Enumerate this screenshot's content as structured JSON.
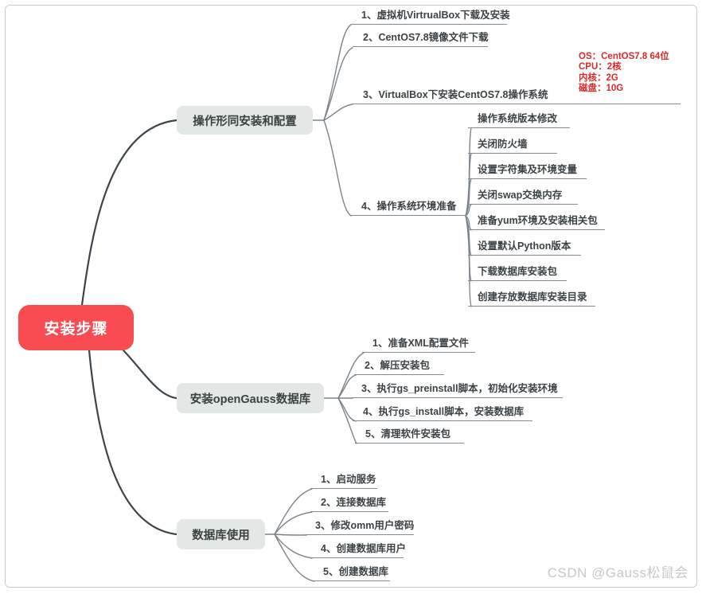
{
  "mindmap": {
    "root": {
      "label": "安装步骤"
    },
    "branches": [
      {
        "label": "操作形同安装和配置",
        "children": [
          {
            "label": "1、虚拟机VirtrualBox下载及安装"
          },
          {
            "label": "2、CentOS7.8镜像文件下载"
          },
          {
            "label": "3、VirtualBox下安装CentOS7.8操作系统",
            "note": [
              "OS：CentOS7.8 64位",
              "CPU：2核",
              "内核：2G",
              "磁盘：10G"
            ]
          },
          {
            "label": "4、操作系统环境准备",
            "children": [
              {
                "label": "操作系统版本修改"
              },
              {
                "label": "关闭防火墙"
              },
              {
                "label": "设置字符集及环境变量"
              },
              {
                "label": "关闭swap交换内存"
              },
              {
                "label": "准备yum环境及安装相关包"
              },
              {
                "label": "设置默认Python版本"
              },
              {
                "label": "下载数据库安装包"
              },
              {
                "label": "创建存放数据库安装目录"
              }
            ]
          }
        ]
      },
      {
        "label": "安装openGauss数据库",
        "children": [
          {
            "label": "1、准备XML配置文件"
          },
          {
            "label": "2、解压安装包"
          },
          {
            "label": "3、执行gs_preinstall脚本，初始化安装环境"
          },
          {
            "label": "4、执行gs_install脚本，安装数据库"
          },
          {
            "label": "5、清理软件安装包"
          }
        ]
      },
      {
        "label": "数据库使用",
        "children": [
          {
            "label": "1、启动服务"
          },
          {
            "label": "2、连接数据库"
          },
          {
            "label": "3、修改omm用户密码"
          },
          {
            "label": "4、创建数据库用户"
          },
          {
            "label": "5、创建数据库"
          }
        ]
      }
    ]
  },
  "watermark": {
    "text": "CSDN @Gauss松鼠会"
  },
  "colors": {
    "root_bg": "#f94b52",
    "root_text": "#ffffff",
    "branch_bg": "#e3e7e5",
    "branch_text": "#3a433f",
    "note_text": "#d92a2a",
    "main_edge": "#3d454c",
    "sub_edge": "#7b838b",
    "underline": "#848b92",
    "watermark_text": "#c8c8c8"
  }
}
